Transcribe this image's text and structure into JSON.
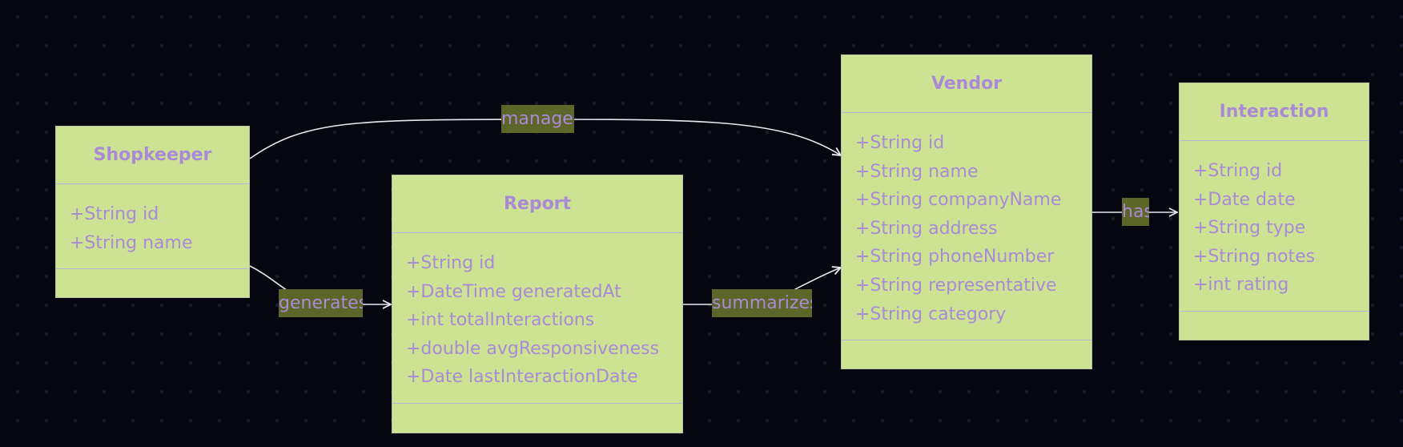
{
  "diagram": {
    "colors": {
      "background": "#05060f",
      "node_fill": "#cde393",
      "node_text": "#a98ad6",
      "edge_line": "#e8e8ee",
      "edge_label_bg": "#5b6628"
    },
    "classes": {
      "shopkeeper": {
        "name": "Shopkeeper",
        "attributes": [
          "+String id",
          "+String name"
        ]
      },
      "report": {
        "name": "Report",
        "attributes": [
          "+String id",
          "+DateTime generatedAt",
          "+int totalInteractions",
          "+double avgResponsiveness",
          "+Date lastInteractionDate"
        ]
      },
      "vendor": {
        "name": "Vendor",
        "attributes": [
          "+String id",
          "+String name",
          "+String companyName",
          "+String address",
          "+String phoneNumber",
          "+String representative",
          "+String category"
        ]
      },
      "interaction": {
        "name": "Interaction",
        "attributes": [
          "+String id",
          "+Date date",
          "+String type",
          "+String notes",
          "+int rating"
        ]
      }
    },
    "relations": [
      {
        "from": "Shopkeeper",
        "to": "Vendor",
        "label": "manages"
      },
      {
        "from": "Shopkeeper",
        "to": "Report",
        "label": "generates"
      },
      {
        "from": "Report",
        "to": "Vendor",
        "label": "summarizes"
      },
      {
        "from": "Vendor",
        "to": "Interaction",
        "label": "has"
      }
    ]
  }
}
